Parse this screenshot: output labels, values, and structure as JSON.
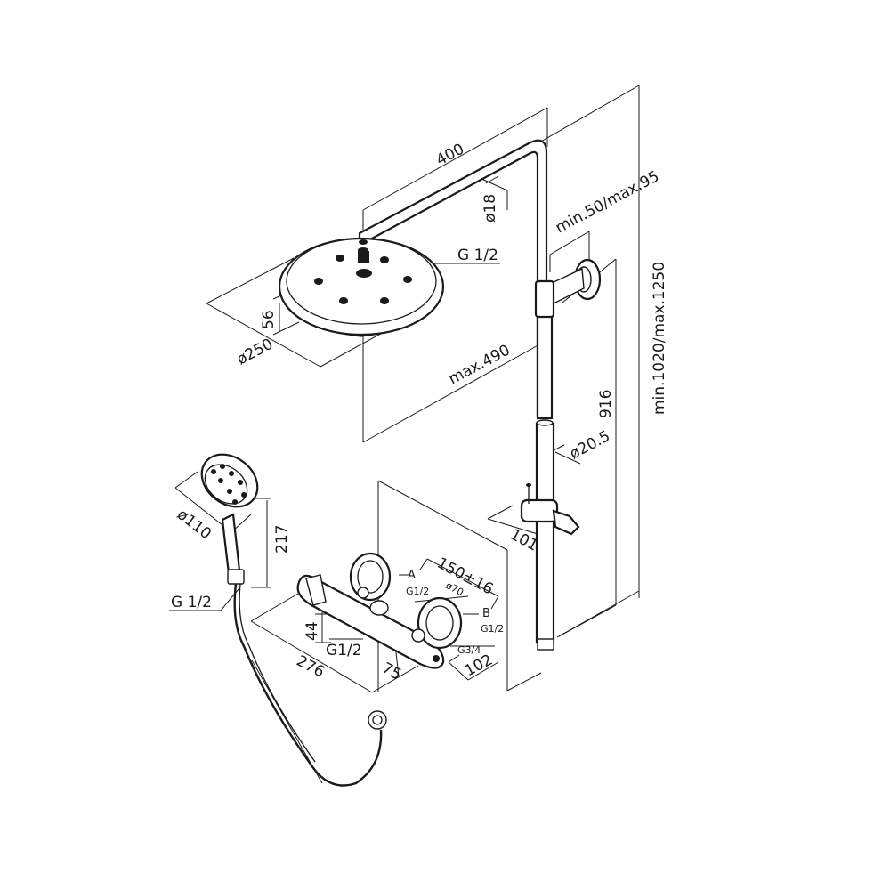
{
  "dimensions": {
    "arm_length": "400",
    "arm_diameter": "ø18",
    "wall_offset": "min.50/max.95",
    "total_height": "min.1020/max.1250",
    "overhead_thread": "G 1/2",
    "head_thickness": "56",
    "head_diameter": "ø250",
    "reach": "max.490",
    "rail_height": "916",
    "rail_diameter": "ø20.5",
    "holder_depth": "101",
    "hand_diameter": "ø110",
    "hand_length": "217",
    "hose_thread": "G 1/2",
    "body_spacing": "150±16",
    "port_a": "A",
    "port_a_thread": "G1/2",
    "knob_diameter": "ø70",
    "port_b": "B",
    "port_b_thread": "G1/2",
    "outlet_height": "44",
    "outlet_thread": "G1/2",
    "body_width": "276",
    "body_offset": "75",
    "inlet_thread": "G3/4",
    "body_depth": "102"
  }
}
